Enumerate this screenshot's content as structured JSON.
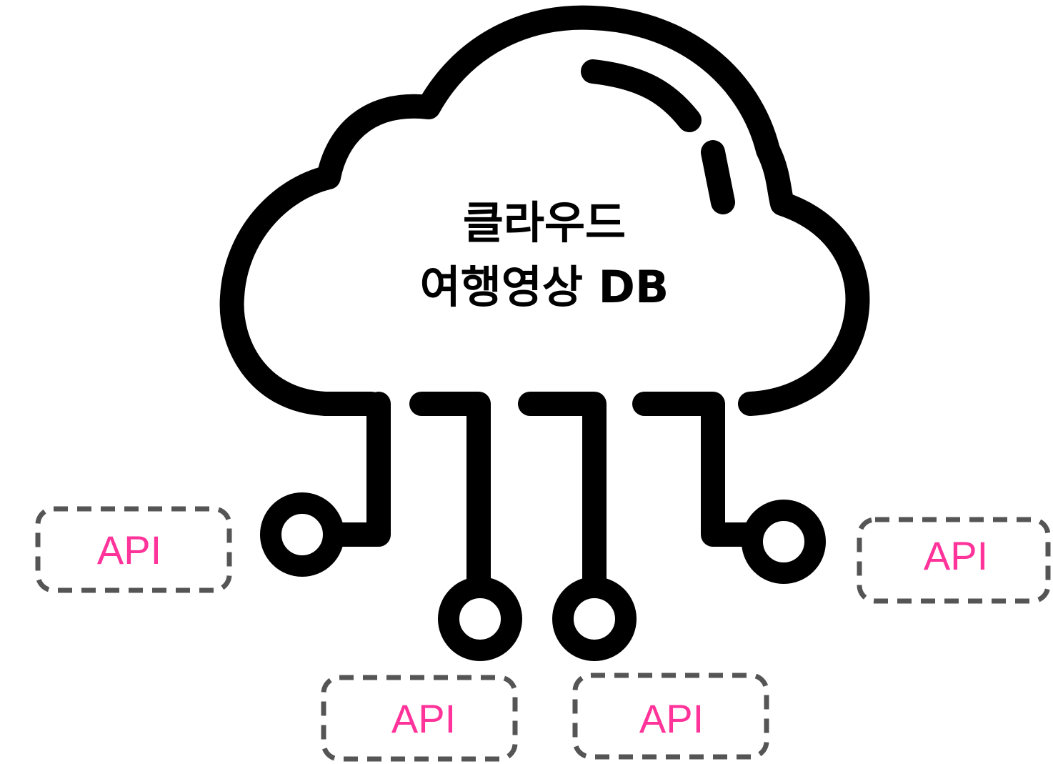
{
  "cloud": {
    "title_line1": "클라우드",
    "title_line2": "여행영상 DB",
    "stroke_color": "#000000"
  },
  "api_nodes": [
    {
      "label": "API"
    },
    {
      "label": "API"
    },
    {
      "label": "API"
    },
    {
      "label": "API"
    }
  ],
  "colors": {
    "api_label": "#ff3399",
    "api_box_border": "#555555",
    "background": "#ffffff"
  }
}
